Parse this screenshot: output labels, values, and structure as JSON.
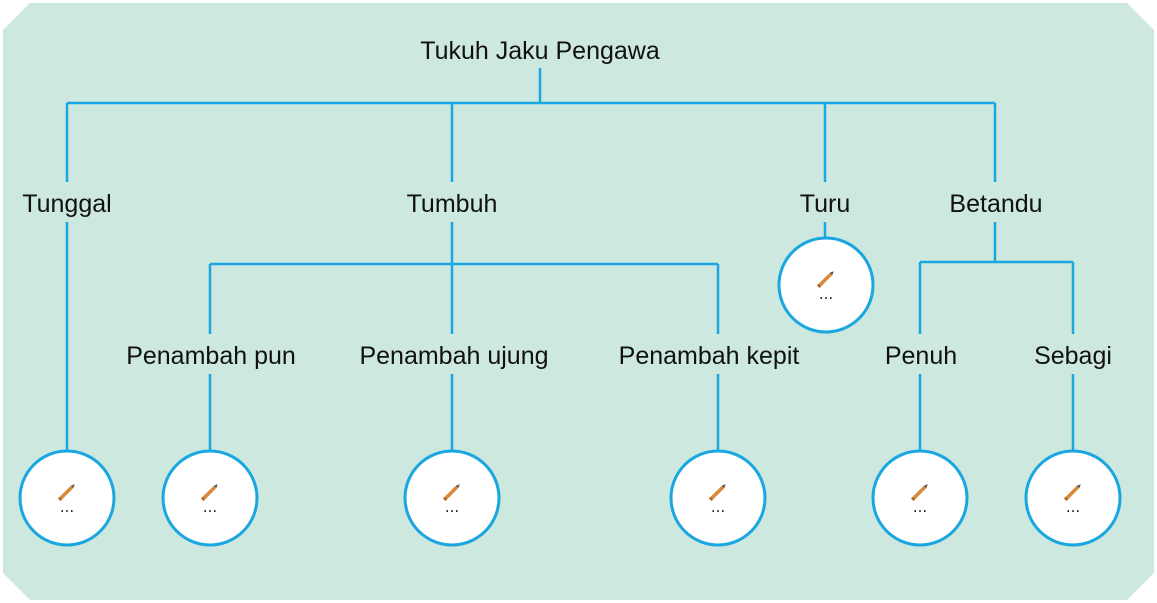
{
  "colors": {
    "background": "#cde8de",
    "line": "#1aa6e0",
    "circle_fill": "#ffffff",
    "text": "#111111",
    "pencil_body": "#d98a3a",
    "pencil_tip": "#555555"
  },
  "root": {
    "label": "Tukuh Jaku Pengawa"
  },
  "branches": {
    "tunggal": {
      "label": "Tunggal"
    },
    "tumbuh": {
      "label": "Tumbuh"
    },
    "turu": {
      "label": "Turu"
    },
    "betandu": {
      "label": "Betandu"
    }
  },
  "subbranches": {
    "penambah_pun": {
      "label": "Penambah pun"
    },
    "penambah_ujung": {
      "label": "Penambah ujung"
    },
    "penambah_kepit": {
      "label": "Penambah kepit"
    },
    "penuh": {
      "label": "Penuh"
    },
    "sebagi": {
      "label": "Sebagi"
    }
  },
  "answer_placeholder": "...",
  "answer_icon": "pencil-icon"
}
